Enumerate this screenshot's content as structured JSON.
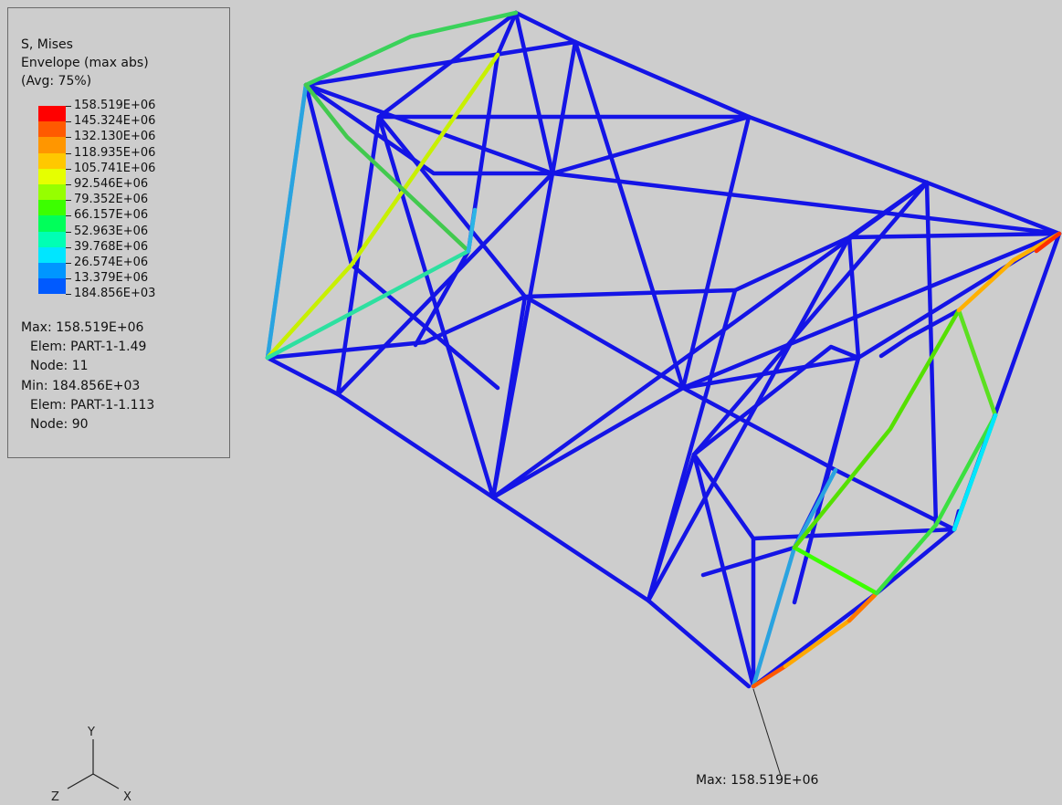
{
  "legend": {
    "title_line1": "S, Mises",
    "title_line2": "Envelope (max abs)",
    "title_line3": "(Avg: 75%)",
    "colors": [
      "#ff0000",
      "#ff5a00",
      "#ff9600",
      "#ffc800",
      "#e6ff00",
      "#96ff00",
      "#3cff00",
      "#00ff5a",
      "#00ffb4",
      "#00e6ff",
      "#0096ff",
      "#005aff",
      "#0000ff"
    ],
    "ticks": [
      "158.519E+06",
      "145.324E+06",
      "132.130E+06",
      "118.935E+06",
      "105.741E+06",
      "92.546E+06",
      "79.352E+06",
      "66.157E+06",
      "52.963E+06",
      "39.768E+06",
      "26.574E+06",
      "13.379E+06",
      "184.856E+03"
    ],
    "max_value": "Max: 158.519E+06",
    "max_elem": "Elem: PART-1-1.49",
    "max_node": "Node: 11",
    "min_value": "Min: 184.856E+03",
    "min_elem": "Elem: PART-1-1.113",
    "min_node": "Node: 90"
  },
  "annotation": {
    "max_label": "Max: 158.519E+06"
  },
  "triad": {
    "y": "Y",
    "z": "Z",
    "x": "X"
  }
}
